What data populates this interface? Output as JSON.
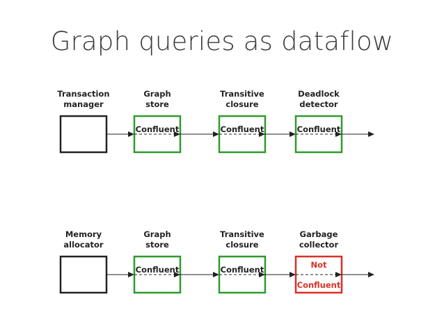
{
  "title": "Graph queries as dataflow",
  "colors": {
    "confluent": "#2e9a2e",
    "not_confluent": "#d93025",
    "neutral": "#222222"
  },
  "rows": [
    {
      "components": [
        {
          "label_lines": [
            "Transaction",
            "manager"
          ],
          "status": "none",
          "text_lines": []
        },
        {
          "label_lines": [
            "Graph",
            "store"
          ],
          "status": "confluent",
          "text_lines": [
            "Confluent"
          ]
        },
        {
          "label_lines": [
            "Transitive",
            "closure"
          ],
          "status": "confluent",
          "text_lines": [
            "Confluent"
          ]
        },
        {
          "label_lines": [
            "Deadlock",
            "detector"
          ],
          "status": "confluent",
          "text_lines": [
            "Confluent"
          ]
        }
      ]
    },
    {
      "components": [
        {
          "label_lines": [
            "Memory",
            "allocator"
          ],
          "status": "none",
          "text_lines": []
        },
        {
          "label_lines": [
            "Graph",
            "store"
          ],
          "status": "confluent",
          "text_lines": [
            "Confluent"
          ]
        },
        {
          "label_lines": [
            "Transitive",
            "closure"
          ],
          "status": "confluent",
          "text_lines": [
            "Confluent"
          ]
        },
        {
          "label_lines": [
            "Garbage",
            "collector"
          ],
          "status": "not_confluent",
          "text_lines": [
            "Not",
            "Confluent"
          ]
        }
      ]
    }
  ]
}
